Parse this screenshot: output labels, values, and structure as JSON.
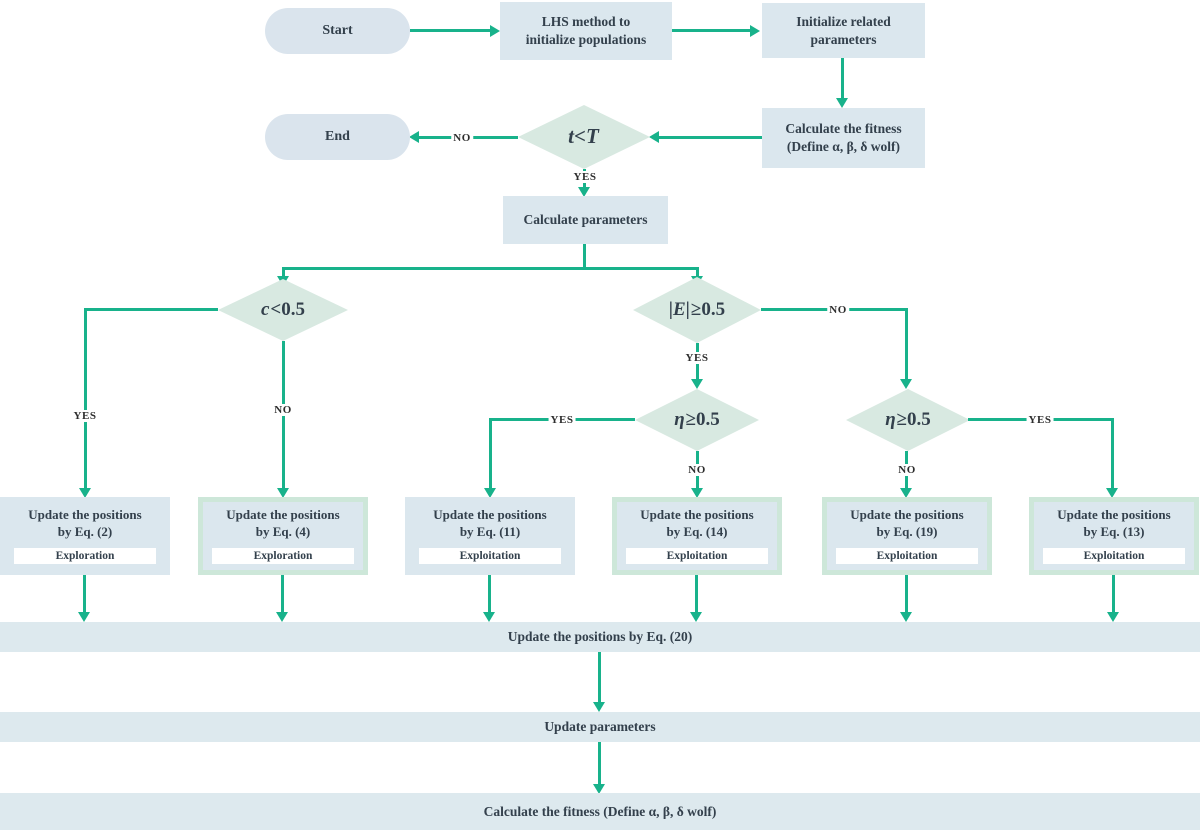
{
  "colors": {
    "arrow": "#18b28b",
    "process_fill": "#dbe7ee",
    "terminal_fill": "#dae4ed",
    "decision_fill": "#d8e9e1",
    "highlight_border": "#cde7d9",
    "bar_fill": "#dde9ee",
    "text": "#33404c"
  },
  "labels": {
    "yes": "YES",
    "no": "NO"
  },
  "nodes": {
    "start": "Start",
    "end": "End",
    "lhs": {
      "line1": "LHS method to",
      "line2": "initialize populations"
    },
    "init": {
      "line1": "Initialize related",
      "line2": "parameters"
    },
    "fitness": {
      "line1": "Calculate the fitness",
      "line2": "(Define α, β, δ wolf)"
    },
    "calc_params": "Calculate parameters"
  },
  "decisions": {
    "t": {
      "italic": "t<T",
      "rest": ""
    },
    "c": {
      "italic": "c",
      "rest": "<0.5"
    },
    "e": {
      "italic": "|E|",
      "rest": "≥0.5"
    },
    "eta1": {
      "italic": "η",
      "rest": "≥0.5"
    },
    "eta2": {
      "italic": "η",
      "rest": "≥0.5"
    }
  },
  "update_boxes": [
    {
      "line1": "Update the positions",
      "line2": "by Eq. (2)",
      "tag": "Exploration",
      "green_border": false
    },
    {
      "line1": "Update the positions",
      "line2": "by Eq. (4)",
      "tag": "Exploration",
      "green_border": true
    },
    {
      "line1": "Update the positions",
      "line2": "by Eq. (11)",
      "tag": "Exploitation",
      "green_border": false
    },
    {
      "line1": "Update the positions",
      "line2": "by Eq. (14)",
      "tag": "Exploitation",
      "green_border": true
    },
    {
      "line1": "Update the positions",
      "line2": "by Eq. (19)",
      "tag": "Exploitation",
      "green_border": true
    },
    {
      "line1": "Update the positions",
      "line2": "by Eq. (13)",
      "tag": "Exploitation",
      "green_border": true
    }
  ],
  "bars": [
    "Update the positions by Eq. (20)",
    "Update parameters",
    "Calculate the fitness (Define α, β, δ wolf)"
  ]
}
